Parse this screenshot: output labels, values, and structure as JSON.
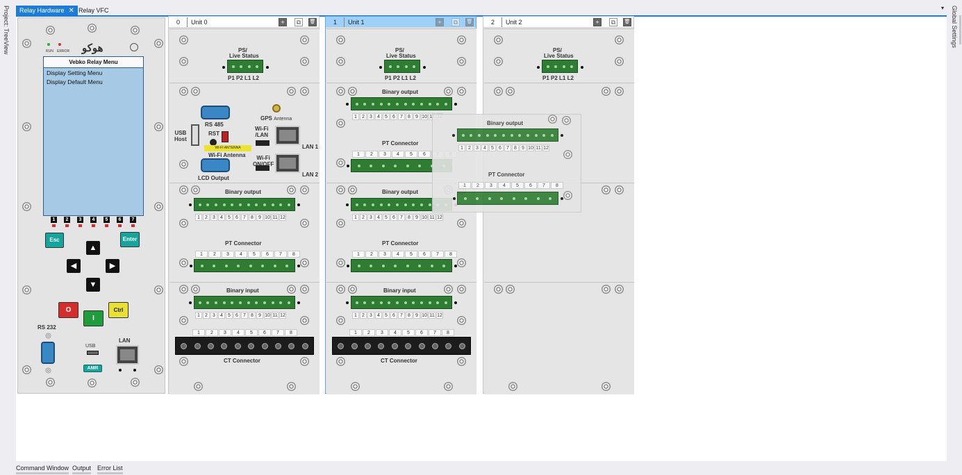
{
  "sidebar_left": {
    "label": "Project: TreeView"
  },
  "sidebar_right": {
    "label": "Global Settings"
  },
  "tabs": [
    {
      "label": "Relay Hardware",
      "close": "✕"
    },
    {
      "label": "Relay VFC"
    }
  ],
  "tabs_dropdown": "▾",
  "bottom_tabs": [
    "Command Window",
    "Output",
    "Error List"
  ],
  "front_panel": {
    "leds": [
      "RUN",
      "ERROR"
    ],
    "logo": "هوکو",
    "lcd_title": "Vebko Relay Menu",
    "lcd_items": [
      "Display Setting Menu",
      "Display Default Menu"
    ],
    "num_buttons": [
      "1",
      "2",
      "3",
      "4",
      "5",
      "6",
      "7"
    ],
    "esc": "Esc",
    "enter": "Enter",
    "arrows": {
      "up": "▲",
      "left": "◀",
      "right": "▶",
      "down": "▼"
    },
    "o": "O",
    "i": "I",
    "ctrl": "Ctrl",
    "rs232": "RS 232",
    "usb": "USB",
    "lan": "LAN",
    "amr": "AMR"
  },
  "units": [
    {
      "index": "0",
      "name": "Unit 0",
      "selected": false
    },
    {
      "index": "1",
      "name": "Unit 1",
      "selected": true
    },
    {
      "index": "2",
      "name": "Unit 2",
      "selected": false
    }
  ],
  "header_icons": {
    "add": "+",
    "copy": "⧉",
    "delete": "🗑"
  },
  "labels": {
    "ps": "PS/",
    "live": "Live Status",
    "ps_pins": "P1 P2  L1 L2",
    "binary_output": "Binary output",
    "binary_input": "Binary input",
    "pt_connector": "PT Connector",
    "ct_connector": "CT Connector",
    "rs485": "RS 485",
    "gps": "GPS",
    "gps_sub": "Antenna",
    "usb": "USB",
    "host": "Host",
    "rst": "RST",
    "wifi_lan": "Wi-Fi",
    "wifi_lan2": "/LAN",
    "wifi_antenna": "Wi-Fi Antenna",
    "wifi_onoff": "Wi-Fi",
    "wifi_onoff2": "ON/OFF",
    "lan1": "LAN 1",
    "lan2": "LAN 2",
    "lcd_output": "LCD Output",
    "wifi_sticker": "WI-FI ANTENNA"
  },
  "numbers_12": [
    "1",
    "2",
    "3",
    "4",
    "5",
    "6",
    "7",
    "8",
    "9",
    "10",
    "11",
    "12"
  ],
  "numbers_8": [
    "1",
    "2",
    "3",
    "4",
    "5",
    "6",
    "7",
    "8"
  ]
}
